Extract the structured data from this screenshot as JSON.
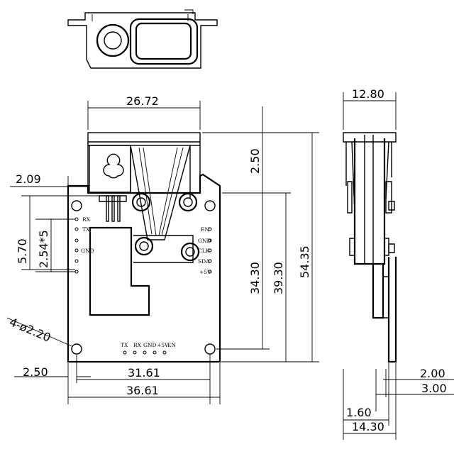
{
  "dimensions": {
    "top_width": "26.72",
    "side_width": "12.80",
    "left_offset": "2.09",
    "pin_span": "5.70",
    "pin_pitch": "2.54*5",
    "top_gap": "2.50",
    "inner_height": "34.30",
    "hole_span_v": "39.30",
    "total_height": "54.35",
    "holes": "4-ø2.20",
    "hole_edge": "2.50",
    "hole_span_h": "31.61",
    "board_width": "36.61",
    "side_a": "2.00",
    "side_b": "3.00",
    "side_c": "1.60",
    "side_total": "14.30"
  },
  "left_pins": [
    "RX",
    "TX",
    "GND"
  ],
  "right_pins": [
    "EN",
    "GND",
    "CLK",
    "SDA",
    "+5V"
  ],
  "bottom_pins": [
    "TX",
    "RX",
    "GND",
    "+5V",
    "EN"
  ]
}
